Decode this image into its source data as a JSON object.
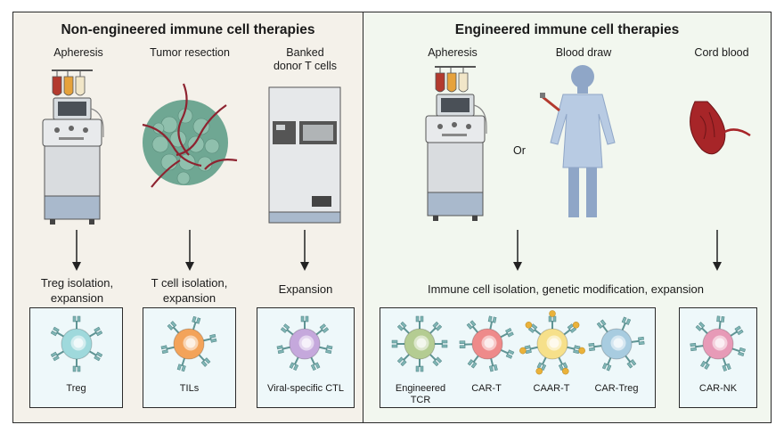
{
  "left": {
    "title": "Non-engineered immune cell therapies",
    "sources": [
      "Apheresis",
      "Tumor resection",
      "Banked",
      "donor T cells"
    ],
    "steps": [
      "Treg isolation,",
      "expansion",
      "T cell isolation,",
      "expansion",
      "Expansion"
    ],
    "cells": [
      "Treg",
      "TILs",
      "Viral-specific CTL"
    ]
  },
  "right": {
    "title": "Engineered immune cell therapies",
    "sources": [
      "Apheresis",
      "Blood draw",
      "Cord blood"
    ],
    "or_label": "Or",
    "step": "Immune cell isolation, genetic modification, expansion",
    "cells": [
      "Engineered",
      "TCR",
      "CAR-T",
      "CAAR-T",
      "CAR-Treg",
      "CAR-NK"
    ]
  },
  "colors": {
    "treg": "#9fd9dc",
    "tils": "#f3a35a",
    "ctl": "#c5a8dc",
    "tcr": "#b4cc92",
    "cart": "#ee8a8a",
    "caart": "#f6e08a",
    "cartreg": "#a8cce0",
    "carnk": "#e79ab7",
    "receptor": "#7fb5b5",
    "antigen": "#eab23a"
  }
}
